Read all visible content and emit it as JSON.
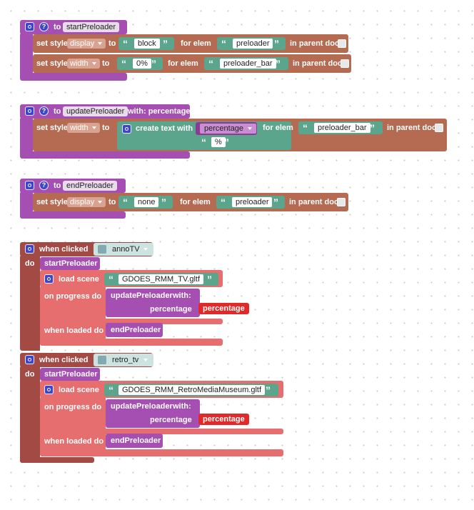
{
  "procs": {
    "start": {
      "to": "to",
      "name": "startPreloader"
    },
    "update": {
      "to": "to",
      "name": "updatePreloader",
      "with": "with: percentage"
    },
    "end": {
      "to": "to",
      "name": "endPreloader"
    }
  },
  "set_style": {
    "set_style": "set style",
    "to": "to",
    "for_elem": "for elem",
    "in_parent_doc": "in parent doc"
  },
  "start_rows": [
    {
      "prop": "display",
      "value": "block",
      "elem": "preloader"
    },
    {
      "prop": "width",
      "value": "0%",
      "elem": "preloader_bar"
    }
  ],
  "update_row": {
    "prop": "width",
    "create_text": "create text with",
    "arg": "percentage",
    "text2": "%",
    "elem": "preloader_bar"
  },
  "end_row": {
    "prop": "display",
    "value": "none",
    "elem": "preloader"
  },
  "events": {
    "when_clicked": "when clicked",
    "do": "do",
    "call_start": "startPreloader",
    "load_scene": "load scene",
    "on_progress": "on progress do",
    "call_update": "updatePreloader",
    "with": "with:",
    "param": "percentage",
    "var": "percentage",
    "when_loaded": "when loaded do",
    "call_end": "endPreloader"
  },
  "event1": {
    "object": "annoTV",
    "scene": "GDOES_RMM_TV.gltf"
  },
  "event2": {
    "object": "retro_tv",
    "scene": "GDOES_RMM_RetroMediaMuseum.gltf"
  },
  "colors": {
    "procedure": "#a64fb2",
    "set_style": "#b56a52",
    "text": "#5ba58c",
    "event": "#a34a45",
    "load_scene": "#e66e6e",
    "variable": "#e02a2a",
    "gear": "#3d46c9"
  },
  "icons": [
    "gear-icon",
    "help-icon",
    "quote-icon",
    "checkbox",
    "object-icon",
    "dropdown-arrow"
  ]
}
